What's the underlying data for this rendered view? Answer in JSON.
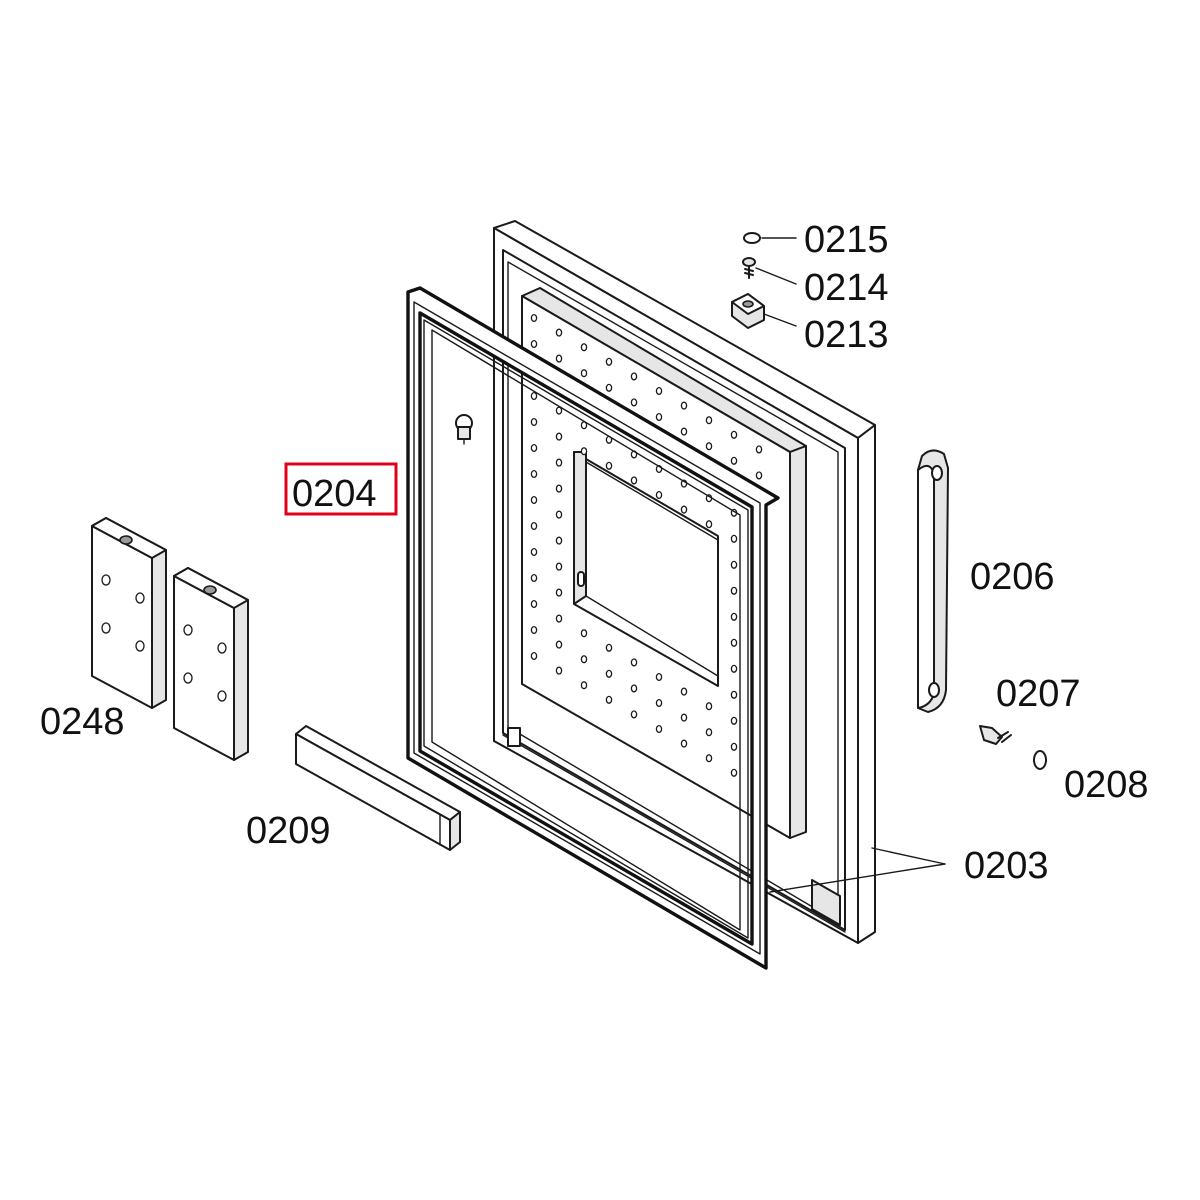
{
  "diagram": {
    "highlight_color": "#e0001b",
    "line_color": "#1a1a1a",
    "highlighted_part": "0204",
    "callouts": {
      "p0215": "0215",
      "p0214": "0214",
      "p0213": "0213",
      "p0204": "0204",
      "p0206": "0206",
      "p0207": "0207",
      "p0208": "0208",
      "p0248": "0248",
      "p0209": "0209",
      "p0203": "0203"
    }
  }
}
